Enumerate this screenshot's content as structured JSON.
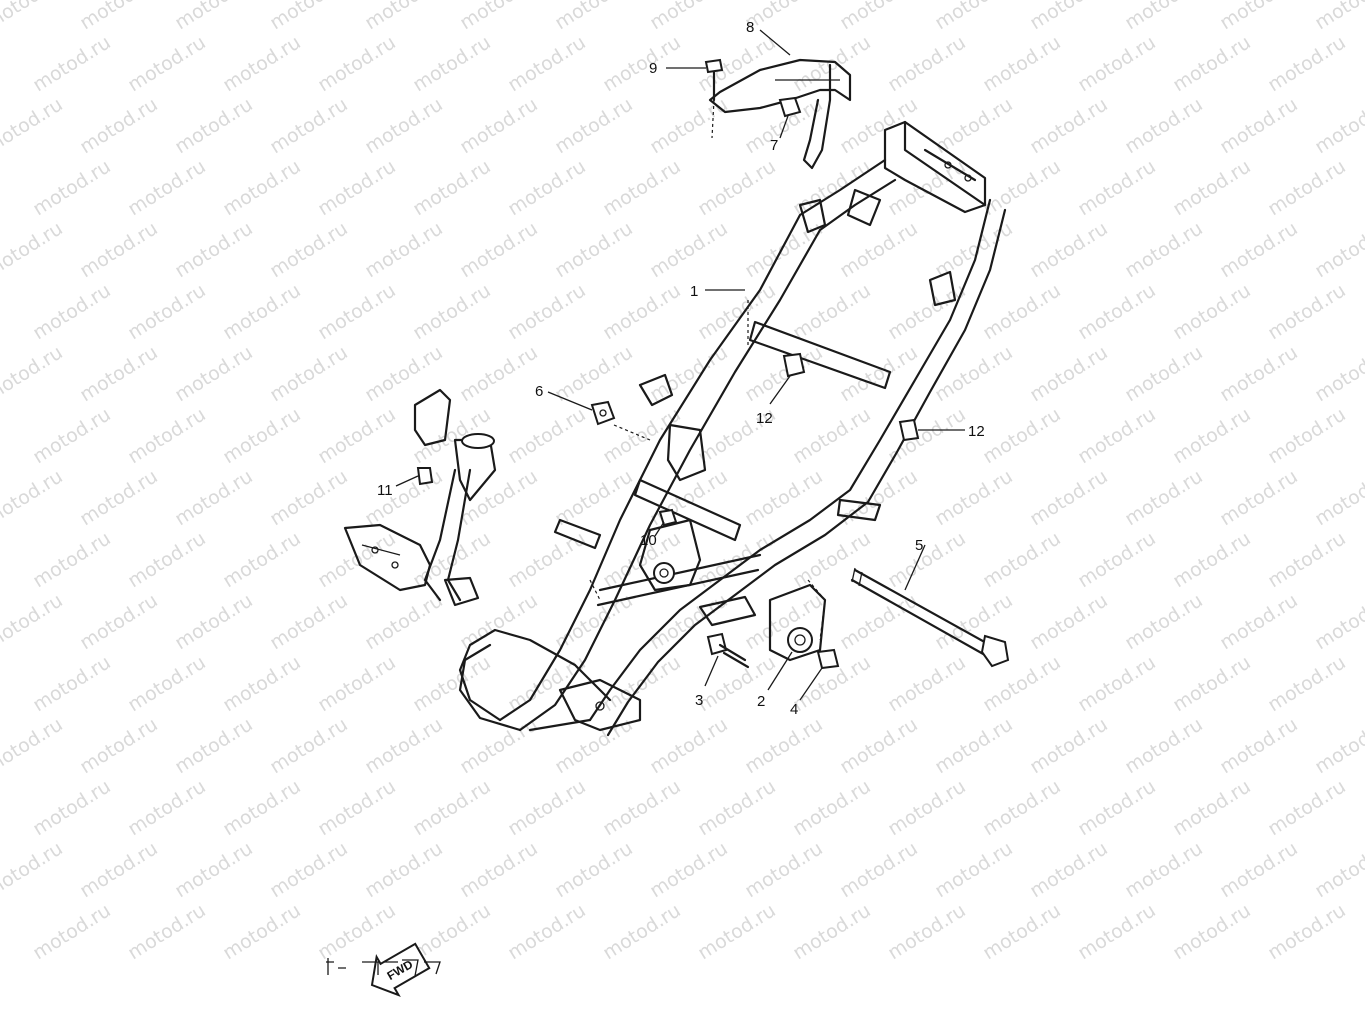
{
  "diagram": {
    "watermark_text": "motod.ru",
    "callouts": [
      {
        "id": "1",
        "label": "1"
      },
      {
        "id": "2",
        "label": "2"
      },
      {
        "id": "3",
        "label": "3"
      },
      {
        "id": "4",
        "label": "4"
      },
      {
        "id": "5",
        "label": "5"
      },
      {
        "id": "6",
        "label": "6"
      },
      {
        "id": "7",
        "label": "7"
      },
      {
        "id": "8",
        "label": "8"
      },
      {
        "id": "9",
        "label": "9"
      },
      {
        "id": "10",
        "label": "10"
      },
      {
        "id": "11",
        "label": "11"
      },
      {
        "id": "12a",
        "label": "12"
      },
      {
        "id": "12b",
        "label": "12"
      }
    ],
    "direction_badge": {
      "label": "FWD"
    },
    "colors": {
      "line": "#1a1a1a",
      "watermark": "#d9d9d9",
      "background": "#ffffff"
    }
  }
}
